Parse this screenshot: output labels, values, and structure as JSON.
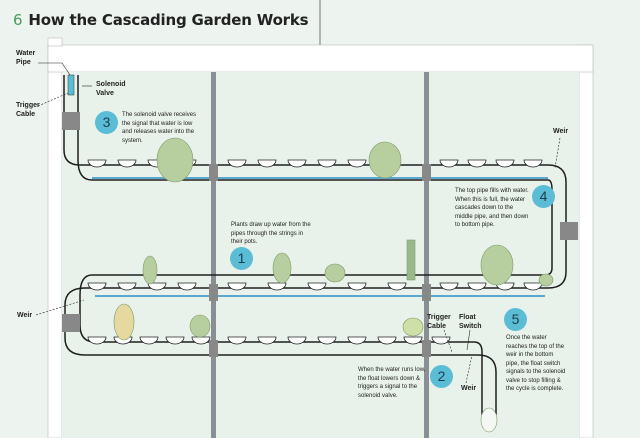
{
  "header": {
    "number": "6",
    "title": "How the Cascading Garden Works"
  },
  "labels": {
    "water_pipe": "Water Pipe",
    "solenoid_valve": "Solenoid Valve",
    "trigger_cable_top": "Trigger Cable",
    "weir_right": "Weir",
    "weir_left": "Weir",
    "trigger_cable_bottom": "Trigger Cable",
    "float_switch": "Float Switch",
    "weir_bottom": "Weir"
  },
  "steps": [
    {
      "number": "1",
      "text": "Plants draw up water from the pipes through the strings in their pots."
    },
    {
      "number": "2",
      "text": "When the water runs low, the float lowers down & triggers a signal to the solenoid valve."
    },
    {
      "number": "3",
      "text": "The solenoid valve receives the signal that water is low and releases water into the system."
    },
    {
      "number": "4",
      "text": "The top pipe fills with water. When this is full, the water cascades down to the middle pipe, and then down to bottom pipe."
    },
    {
      "number": "5",
      "text": "Once the water reaches the top of the weir in the bottom pipe, the float switch signals to the solenoid valve to stop filling & the cycle is complete."
    }
  ],
  "colors": {
    "accent": "#4a9a5e",
    "step_circle": "#5bbcd6",
    "water": "#5aa7cf",
    "background": "#edf3ee"
  }
}
